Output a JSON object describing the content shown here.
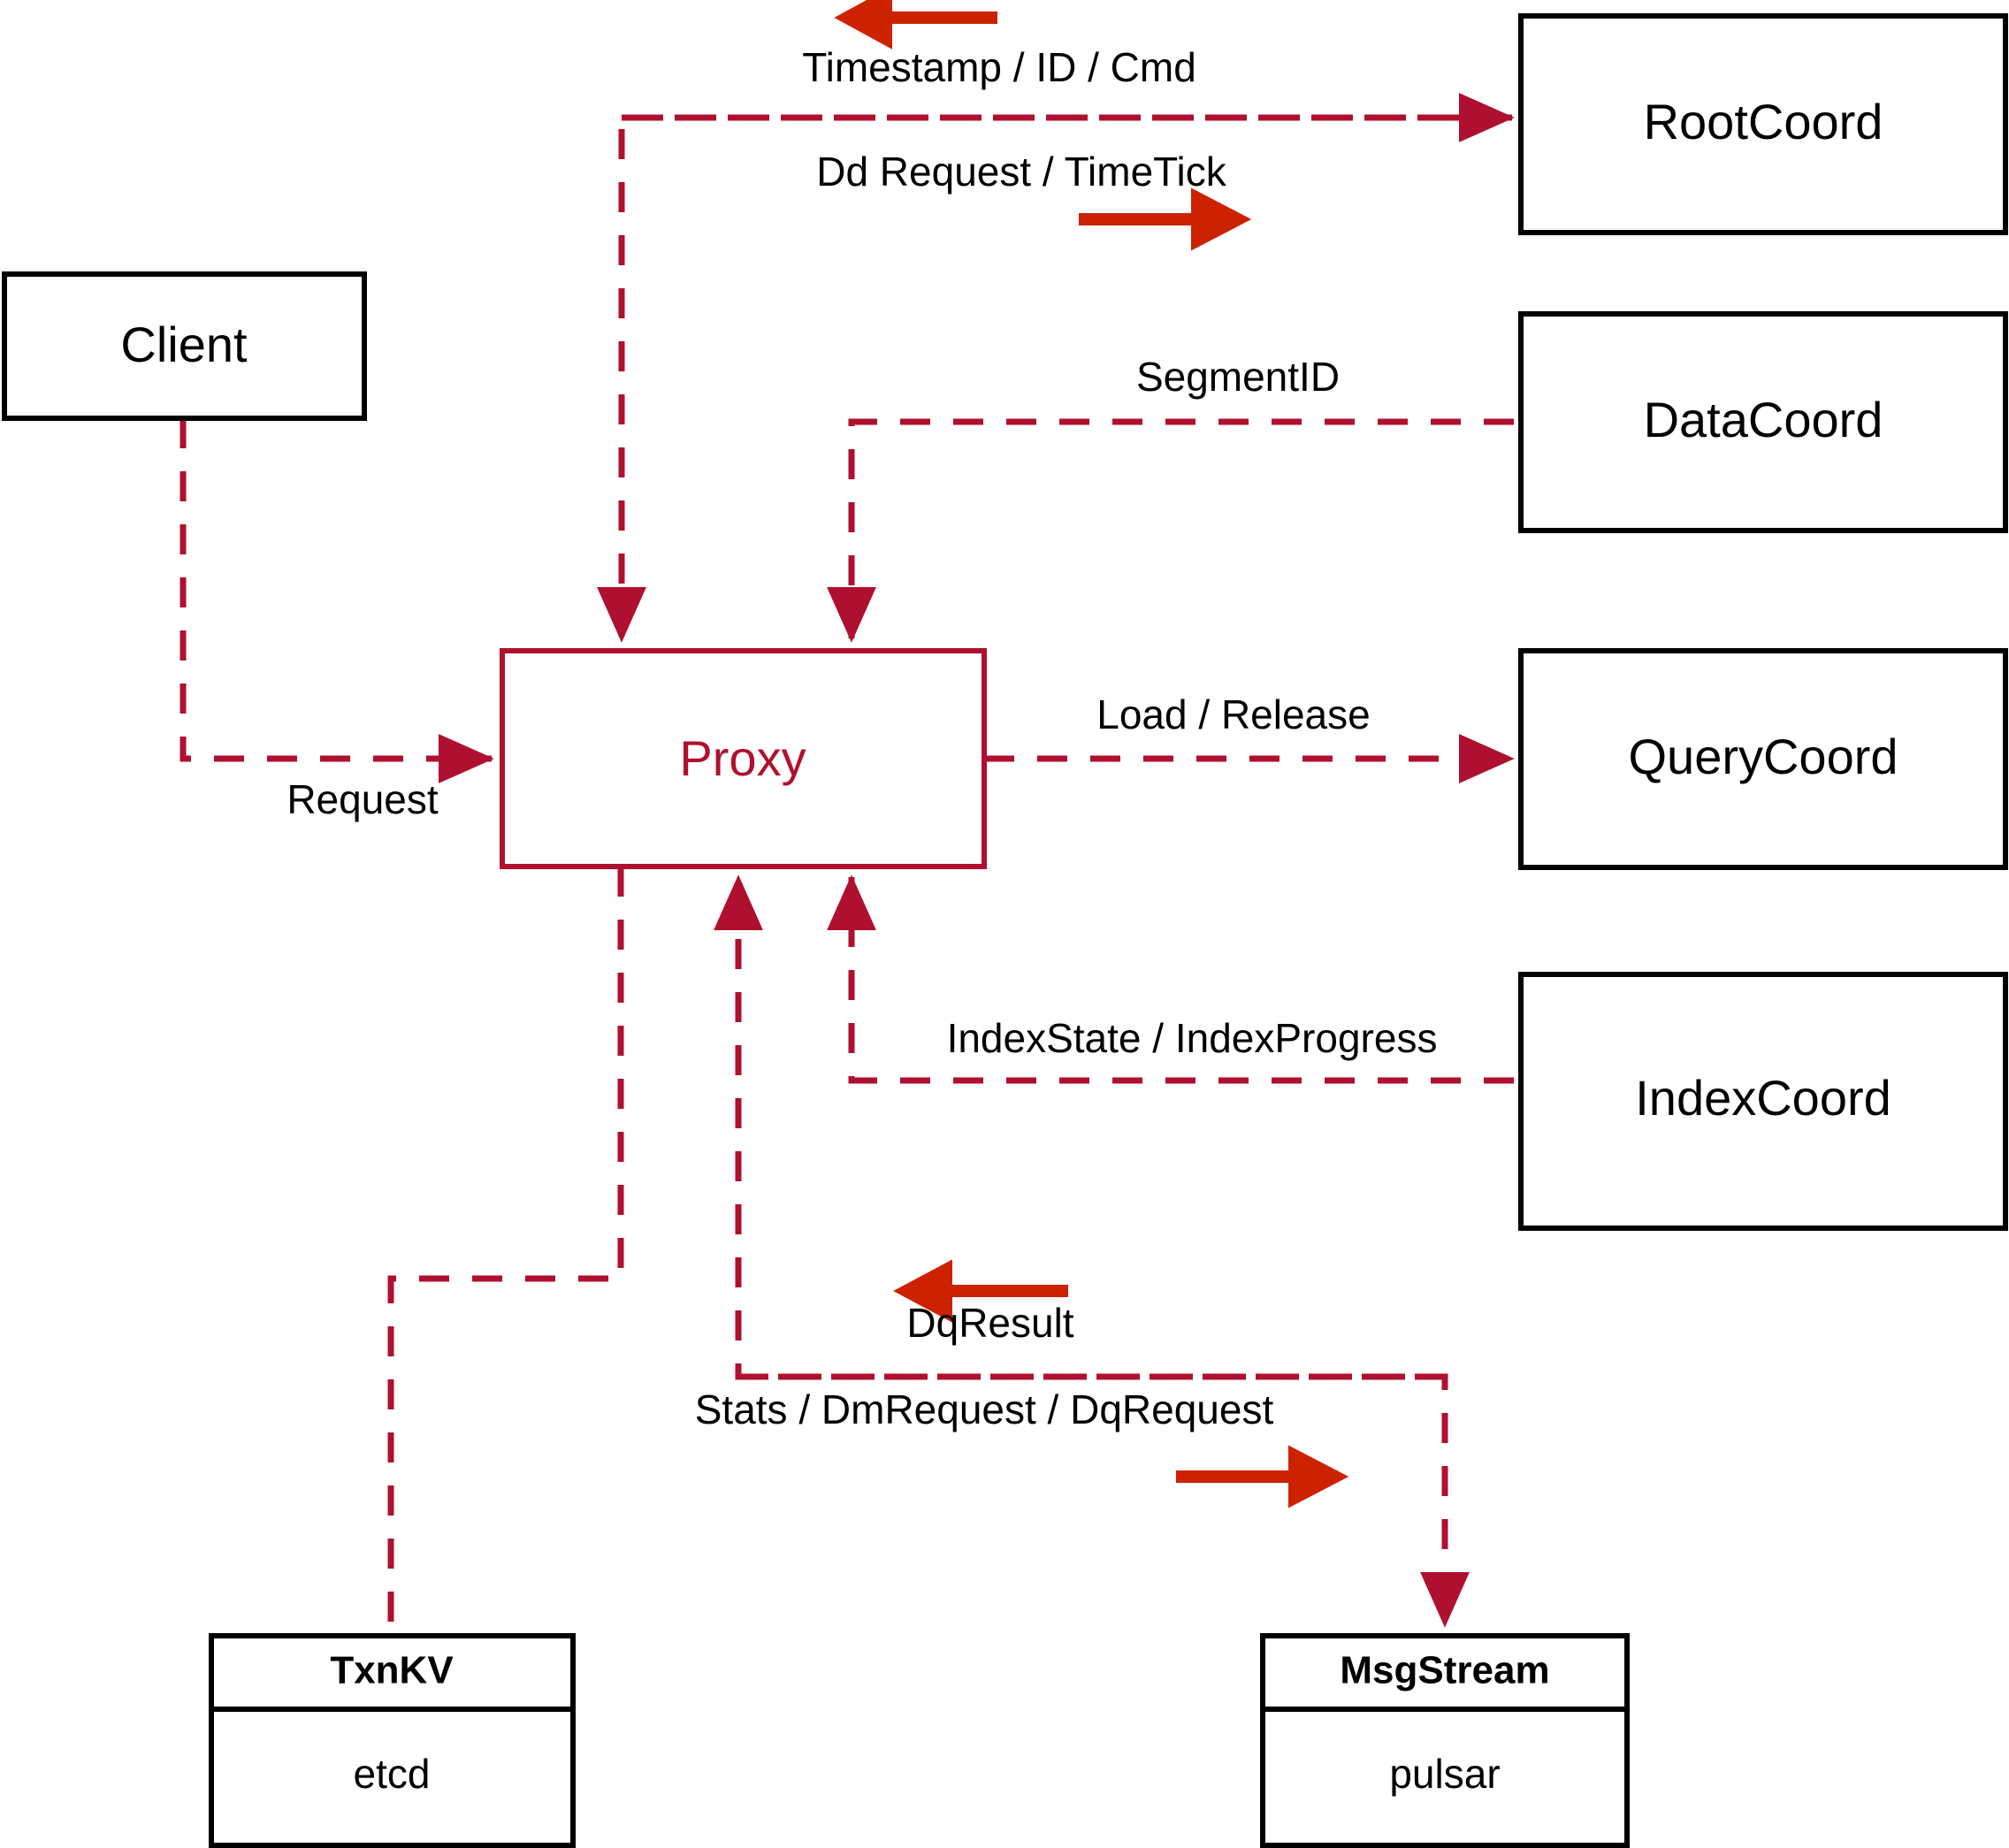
{
  "diagram": {
    "title": "Milvus Proxy interaction diagram",
    "colors": {
      "edge": "#b01030",
      "proxy": "#b01030",
      "node_border": "#000000",
      "direction_arrow": "#cc2200",
      "background": "#ffffff"
    },
    "nodes": {
      "client": {
        "label": "Client"
      },
      "proxy": {
        "label": "Proxy"
      },
      "root_coord": {
        "label": "RootCoord"
      },
      "data_coord": {
        "label": "DataCoord"
      },
      "query_coord": {
        "label": "QueryCoord"
      },
      "index_coord": {
        "label": "IndexCoord"
      },
      "txnkv": {
        "label": "TxnKV",
        "impl": "etcd"
      },
      "msgstream": {
        "label": "MsgStream",
        "impl": "pulsar"
      }
    },
    "edges": [
      {
        "id": "client-proxy",
        "label": "Request",
        "from": "Client",
        "to": "Proxy",
        "direction": "right"
      },
      {
        "id": "rootcoord-in",
        "label": "Timestamp / ID / Cmd",
        "from": "RootCoord",
        "to": "Proxy",
        "direction": "left"
      },
      {
        "id": "rootcoord-out",
        "label": "Dd Request / TimeTick",
        "from": "Proxy",
        "to": "RootCoord",
        "direction": "right"
      },
      {
        "id": "datacoord",
        "label": "SegmentID",
        "from": "DataCoord",
        "to": "Proxy",
        "direction": "left"
      },
      {
        "id": "querycoord",
        "label": "Load / Release",
        "from": "Proxy",
        "to": "QueryCoord",
        "direction": "right"
      },
      {
        "id": "indexcoord",
        "label": "IndexState / IndexProgress",
        "from": "IndexCoord",
        "to": "Proxy",
        "direction": "left"
      },
      {
        "id": "msgstream-in",
        "label": "DqResult",
        "from": "MsgStream",
        "to": "Proxy",
        "direction": "left"
      },
      {
        "id": "msgstream-out",
        "label": "Stats / DmRequest / DqRequest",
        "from": "Proxy",
        "to": "MsgStream",
        "direction": "right"
      }
    ]
  }
}
